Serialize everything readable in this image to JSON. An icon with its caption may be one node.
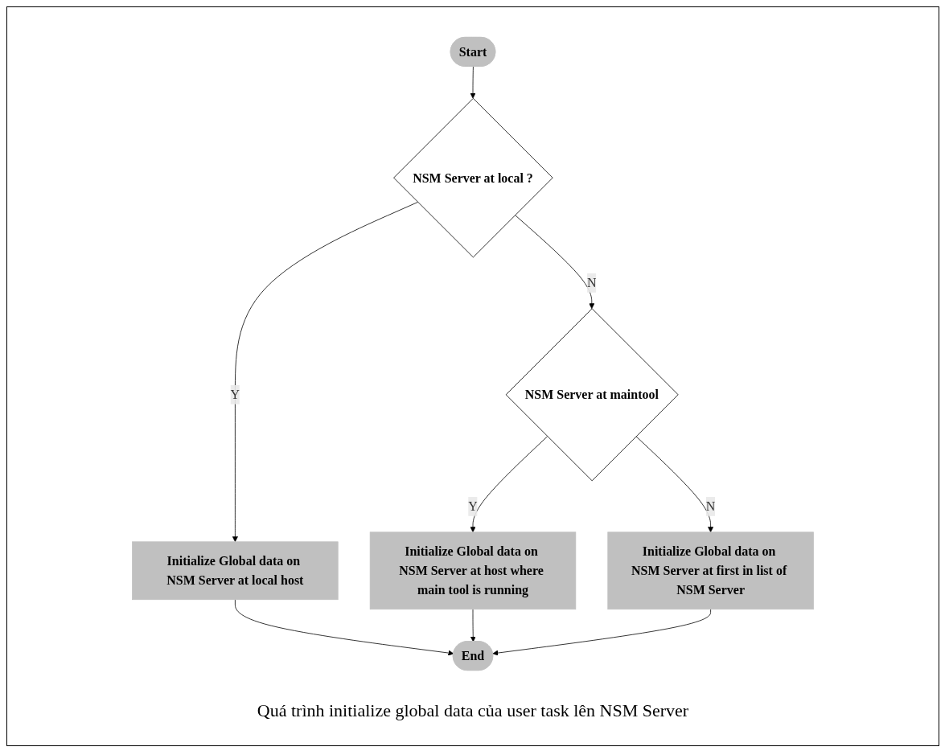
{
  "diagram": {
    "caption": "Quá trình initialize global data của user task lên NSM Server",
    "nodes": [
      {
        "text": [
          "Start"
        ]
      },
      {
        "text": [
          "NSM Server at local ?"
        ]
      },
      {
        "text": [
          "Initialize Global data on NSM Server at local host"
        ]
      },
      {
        "text": [
          "NSM Server at maintool"
        ]
      },
      {
        "text": [
          "Initialize Global data on NSM Server at host where main tool is running"
        ]
      },
      {
        "text": [
          "Initialize Global data on NSM Server at first in list of NSM Server"
        ]
      },
      {
        "text": [
          "End"
        ]
      }
    ],
    "edges": [
      {
        "from": 0,
        "to": 1,
        "arrow": "to"
      },
      {
        "from": 1,
        "to": 2,
        "arrow": "to",
        "label": "Y"
      },
      {
        "from": 1,
        "to": 3,
        "arrow": "to",
        "label": "N"
      },
      {
        "from": 3,
        "to": 4,
        "arrow": "to",
        "label": "Y"
      },
      {
        "from": 3,
        "to": 5,
        "arrow": "to",
        "label": "N"
      },
      {
        "from": 2,
        "to": 6,
        "arrow": "to"
      },
      {
        "from": 4,
        "to": 6,
        "arrow": "to"
      },
      {
        "from": 5,
        "to": 6,
        "arrow": "to"
      }
    ]
  }
}
